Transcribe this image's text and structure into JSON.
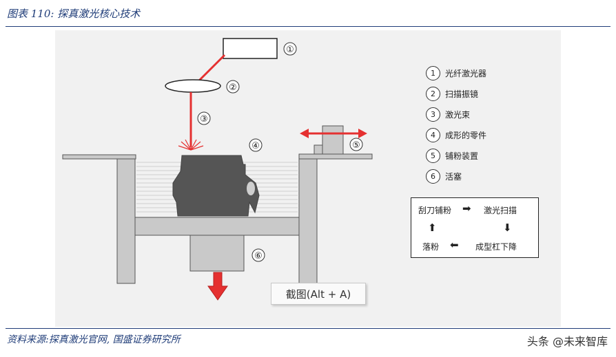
{
  "header": {
    "title": "图表 110:  探真激光核心技术"
  },
  "diagram": {
    "callouts": [
      "①",
      "②",
      "③",
      "④",
      "⑤",
      "⑥"
    ],
    "colors": {
      "laser": "#e53030",
      "part": "#555555",
      "structure": "#c9c9c9",
      "accent_blue": "#1f3c78"
    }
  },
  "legend": {
    "items": [
      {
        "num": "1",
        "label": "光纤激光器"
      },
      {
        "num": "2",
        "label": "扫描振镜"
      },
      {
        "num": "3",
        "label": "激光束"
      },
      {
        "num": "4",
        "label": "成形的零件"
      },
      {
        "num": "5",
        "label": "铺粉装置"
      },
      {
        "num": "6",
        "label": "活塞"
      }
    ]
  },
  "process": {
    "step1": "刮刀铺粉",
    "step2": "激光扫描",
    "step3": "成型杠下降",
    "step4": "落粉"
  },
  "tooltip": {
    "text": "截图(Alt + A)"
  },
  "footer": {
    "source": "资料来源:探真激光官网, 国盛证券研究所",
    "watermark": "头条 @未来智库"
  }
}
